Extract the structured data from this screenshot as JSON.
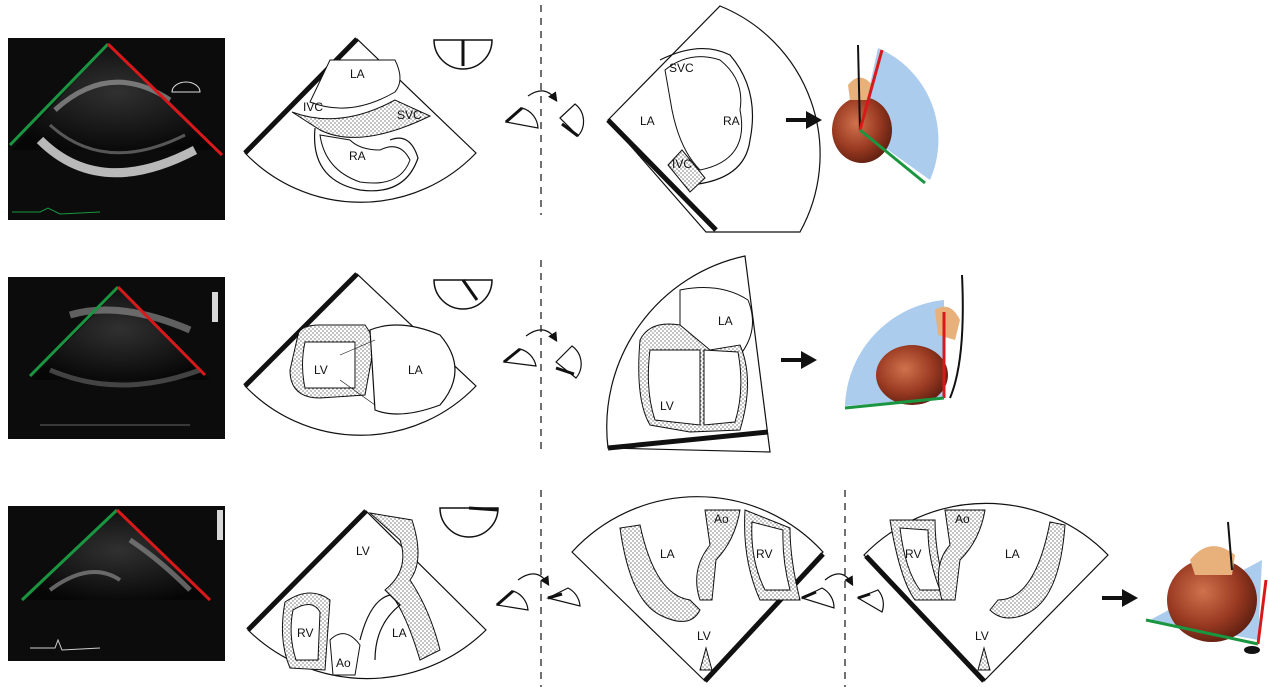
{
  "rows": [
    {
      "id": "row1",
      "echo_label": "",
      "view_a": {
        "labels": [
          "LA",
          "IVC",
          "SVC",
          "RA"
        ]
      },
      "view_b": {
        "labels": [
          "SVC",
          "LA",
          "RA",
          "IVC"
        ]
      }
    },
    {
      "id": "row2",
      "echo_label": "",
      "view_a": {
        "labels": [
          "LV",
          "LA"
        ]
      },
      "view_b": {
        "labels": [
          "LA",
          "LV"
        ]
      }
    },
    {
      "id": "row3",
      "echo_label": "",
      "view_a": {
        "labels": [
          "LV",
          "RV",
          "Ao",
          "LA"
        ]
      },
      "view_b": {
        "labels": [
          "Ao",
          "LA",
          "RV",
          "LV"
        ]
      },
      "view_c": {
        "labels": [
          "Ao",
          "RV",
          "LA",
          "LV"
        ]
      }
    }
  ],
  "colors": {
    "green_axis": "#1a9641",
    "red_axis": "#d7191c",
    "sector_blue": "#9cc3ea",
    "heart": "#a0462a",
    "echo_bg": "#0c0c0c"
  },
  "icons": [
    "rotation-arrow-icon",
    "right-arrow-icon",
    "probe-angle-icon",
    "heart-model-image"
  ]
}
